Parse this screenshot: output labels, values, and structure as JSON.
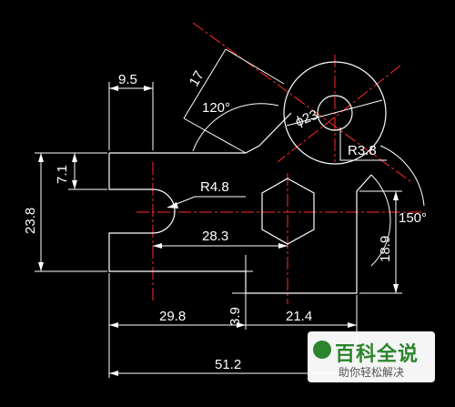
{
  "drawing": {
    "colors": {
      "background": "#000000",
      "line": "#ffffff",
      "center": "#ff2a2a"
    },
    "dimensions": {
      "d_9_5": "9.5",
      "d_17": "17",
      "d_120": "120°",
      "d_phi23": "ϕ23",
      "d_r3_8": "R3.8",
      "d_7_1": "7.1",
      "d_r4_8": "R4.8",
      "d_23_8": "23.8",
      "d_28_3": "28.3",
      "d_150": "150°",
      "d_18_9": "18.9",
      "d_29_8": "29.8",
      "d_3_9": "3.9",
      "d_21_4": "21.4",
      "d_51_2": "51.2"
    }
  },
  "watermark": {
    "title": "百科全说",
    "subtitle": "助你轻松解决"
  }
}
